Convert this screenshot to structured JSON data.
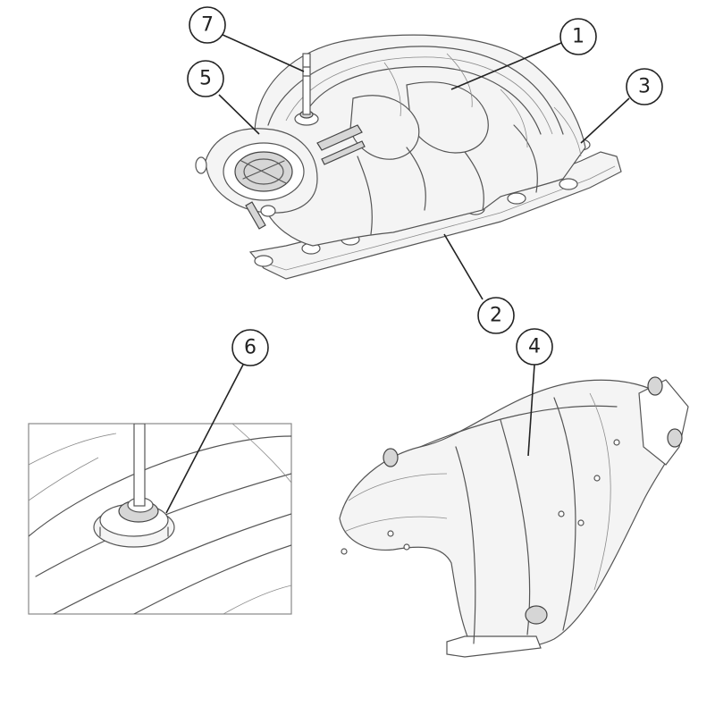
{
  "callouts": [
    {
      "id": "1",
      "label": "1"
    },
    {
      "id": "2",
      "label": "2"
    },
    {
      "id": "3",
      "label": "3"
    },
    {
      "id": "4",
      "label": "4"
    },
    {
      "id": "5",
      "label": "5"
    },
    {
      "id": "6",
      "label": "6"
    },
    {
      "id": "7",
      "label": "7"
    }
  ],
  "colors": {
    "line": "#555555",
    "callout_stroke": "#222222",
    "background": "#ffffff"
  }
}
